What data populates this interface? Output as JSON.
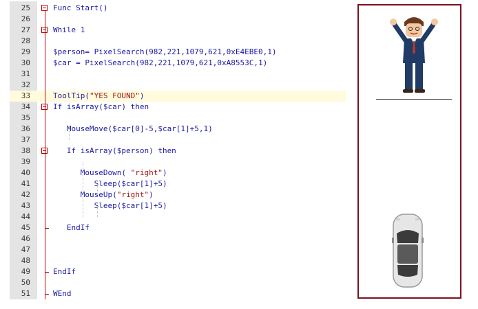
{
  "editor": {
    "lines": [
      {
        "num": "25",
        "text": "Func Start()"
      },
      {
        "num": "26",
        "text": ""
      },
      {
        "num": "27",
        "text": "While 1"
      },
      {
        "num": "28",
        "text": ""
      },
      {
        "num": "29",
        "text": "$person= PixelSearch(982,221,1079,621,0xE4EBE0,1)"
      },
      {
        "num": "30",
        "text": "$car = PixelSearch(982,221,1079,621,0xA8553C,1)"
      },
      {
        "num": "31",
        "text": ""
      },
      {
        "num": "32",
        "text": ""
      },
      {
        "num": "33",
        "text": "ToolTip(\"YES FOUND\")"
      },
      {
        "num": "34",
        "text": "If isArray($car) then"
      },
      {
        "num": "35",
        "text": ""
      },
      {
        "num": "36",
        "text": "   MouseMove($car[0]-5,$car[1]+5,1)"
      },
      {
        "num": "37",
        "text": ""
      },
      {
        "num": "38",
        "text": "   If isArray($person) then"
      },
      {
        "num": "39",
        "text": ""
      },
      {
        "num": "40",
        "text": "      MouseDown( \"right\")"
      },
      {
        "num": "41",
        "text": "         Sleep($car[1]+5)"
      },
      {
        "num": "42",
        "text": "      MouseUp(\"right\")"
      },
      {
        "num": "43",
        "text": "         Sleep($car[1]+5)"
      },
      {
        "num": "44",
        "text": ""
      },
      {
        "num": "45",
        "text": "   EndIf"
      },
      {
        "num": "46",
        "text": ""
      },
      {
        "num": "47",
        "text": ""
      },
      {
        "num": "48",
        "text": ""
      },
      {
        "num": "49",
        "text": "EndIf"
      },
      {
        "num": "50",
        "text": ""
      },
      {
        "num": "51",
        "text": "WEnd"
      }
    ]
  },
  "colors": {
    "accent_border": "#7b1020",
    "fold_marker": "#c00000",
    "active_line": "#fffbdc",
    "gutter": "#e4e4e4"
  },
  "preview": {
    "figure": "person-arms-raised",
    "vehicle": "car-top-view"
  }
}
